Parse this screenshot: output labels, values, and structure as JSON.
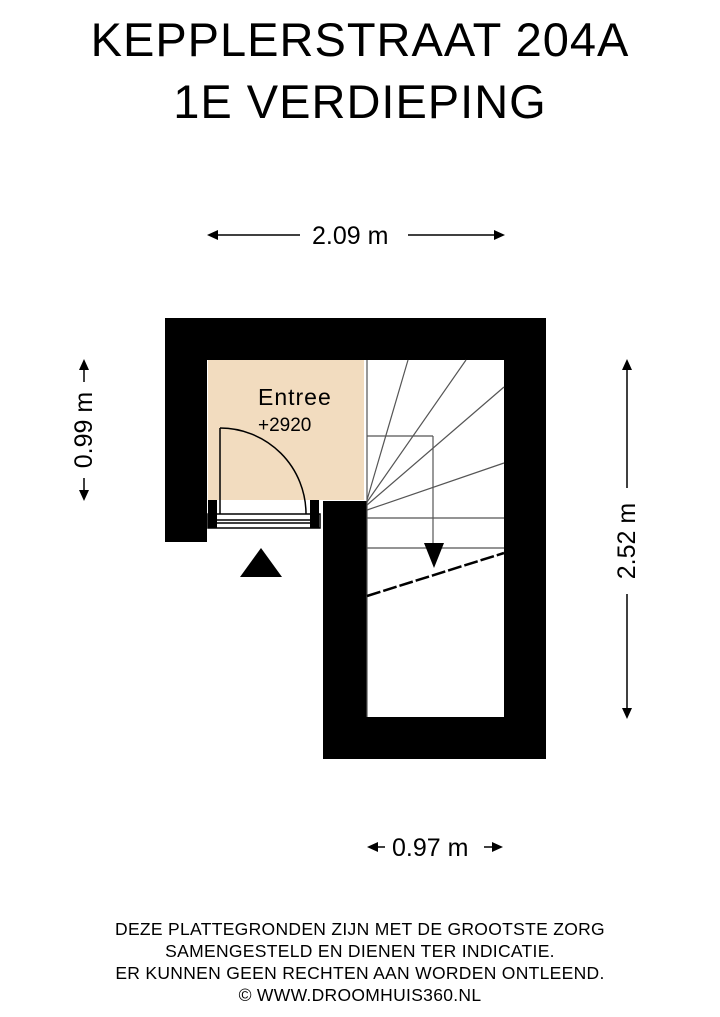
{
  "title": {
    "line1": "KEPPLERSTRAAT 204A",
    "line2": "1E VERDIEPING"
  },
  "dimensions": {
    "top_width": "2.09 m",
    "left_height": "0.99 m",
    "right_height": "2.52 m",
    "bottom_width": "0.97 m"
  },
  "rooms": [
    {
      "name": "Entree",
      "level": "+2920",
      "fill": "#f2dcbf"
    }
  ],
  "colors": {
    "wall": "#000000",
    "room_fill": "#f2dcbf",
    "background": "#ffffff"
  },
  "icons": [
    "entrance-arrow-icon",
    "stair-direction-arrow-icon",
    "door-swing-icon"
  ],
  "disclaimer": {
    "line1": "DEZE PLATTEGRONDEN ZIJN MET DE GROOTSTE ZORG",
    "line2": "SAMENGESTELD EN DIENEN TER INDICATIE.",
    "line3": "ER KUNNEN GEEN RECHTEN AAN WORDEN ONTLEEND.",
    "line4": "© WWW.DROOMHUIS360.NL"
  }
}
